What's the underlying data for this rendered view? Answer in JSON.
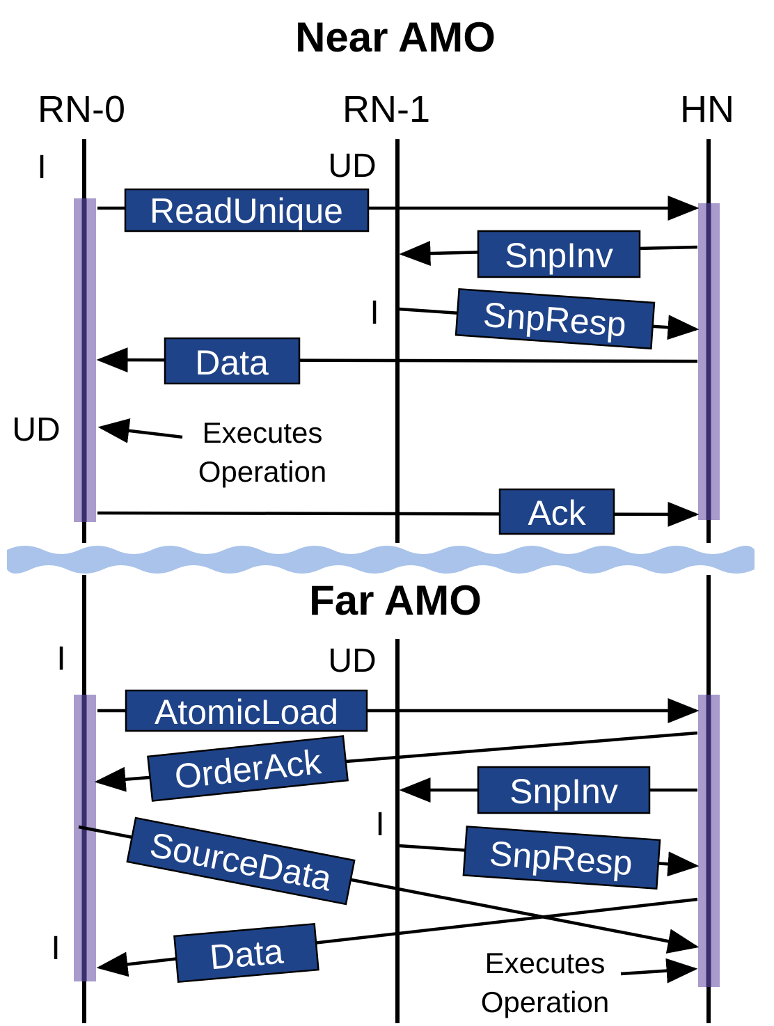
{
  "sections": {
    "near": {
      "title": "Near AMO"
    },
    "far": {
      "title": "Far AMO"
    }
  },
  "nodes": {
    "rn0": "RN-0",
    "rn1": "RN-1",
    "hn": "HN"
  },
  "near": {
    "states": {
      "rn0_initial": "I",
      "rn1_initial": "UD",
      "rn1_after": "I",
      "rn0_final": "UD"
    },
    "messages": {
      "read_unique": "ReadUnique",
      "snp_inv": "SnpInv",
      "snp_resp": "SnpResp",
      "data": "Data",
      "ack": "Ack"
    },
    "note": {
      "line1": "Executes",
      "line2": "Operation"
    }
  },
  "far": {
    "states": {
      "rn0_initial": "I",
      "rn1_initial": "UD",
      "rn1_after": "I",
      "rn0_final": "I"
    },
    "messages": {
      "atomic_load": "AtomicLoad",
      "order_ack": "OrderAck",
      "snp_inv": "SnpInv",
      "source_data": "SourceData",
      "snp_resp": "SnpResp",
      "data": "Data"
    },
    "note": {
      "line1": "Executes",
      "line2": "Operation"
    }
  },
  "colors": {
    "message_box": "#1f4388",
    "activation": "#a99ccc",
    "activation_core": "#3a2f6e",
    "divider_wave": "#a9c3ea"
  }
}
